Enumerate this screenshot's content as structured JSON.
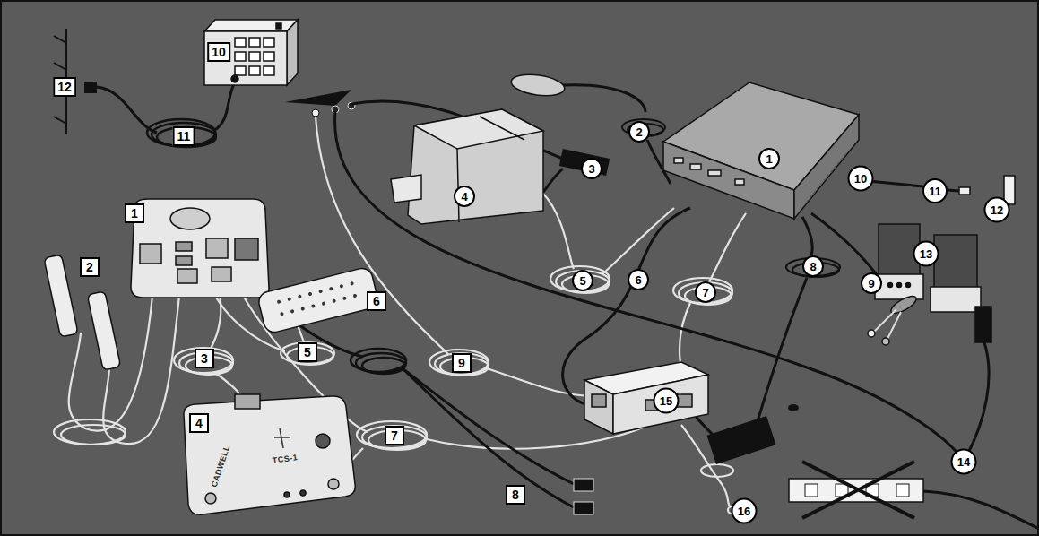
{
  "diagram": {
    "labels": [
      "12",
      "11",
      "10",
      "1",
      "2",
      "3",
      "4",
      "5",
      "6",
      "7",
      "8",
      "9",
      "1",
      "2",
      "3",
      "4",
      "10",
      "11",
      "12",
      "5",
      "6",
      "7",
      "8",
      "9",
      "13",
      "15",
      "14",
      "16",
      "TCS-1",
      "CADWELL"
    ]
  }
}
